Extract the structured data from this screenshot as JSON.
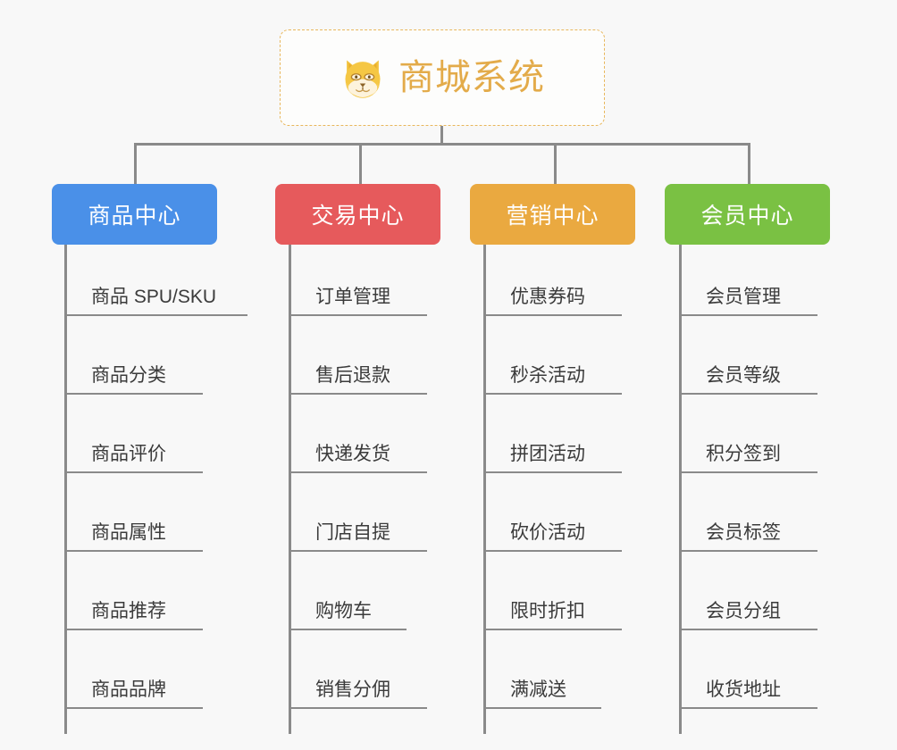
{
  "canvas": {
    "background": "#f8f8f8",
    "line_color": "#8a8a8a"
  },
  "root": {
    "title": "商城系统",
    "icon": "shiba-dog-face-icon",
    "text_color": "#e3ab4a",
    "border_color": "#e8b75c",
    "background": "#fdfdfc"
  },
  "branches": [
    {
      "label": "商品中心",
      "color": "#4a90e8",
      "items": [
        "商品 SPU/SKU",
        "商品分类",
        "商品评价",
        "商品属性",
        "商品推荐",
        "商品品牌"
      ]
    },
    {
      "label": "交易中心",
      "color": "#e65a5c",
      "items": [
        "订单管理",
        "售后退款",
        "快递发货",
        "门店自提",
        "购物车",
        "销售分佣"
      ]
    },
    {
      "label": "营销中心",
      "color": "#eaa940",
      "items": [
        "优惠券码",
        "秒杀活动",
        "拼团活动",
        "砍价活动",
        "限时折扣",
        "满减送"
      ]
    },
    {
      "label": "会员中心",
      "color": "#7ac143",
      "items": [
        "会员管理",
        "会员等级",
        "积分签到",
        "会员标签",
        "会员分组",
        "收货地址"
      ]
    }
  ]
}
